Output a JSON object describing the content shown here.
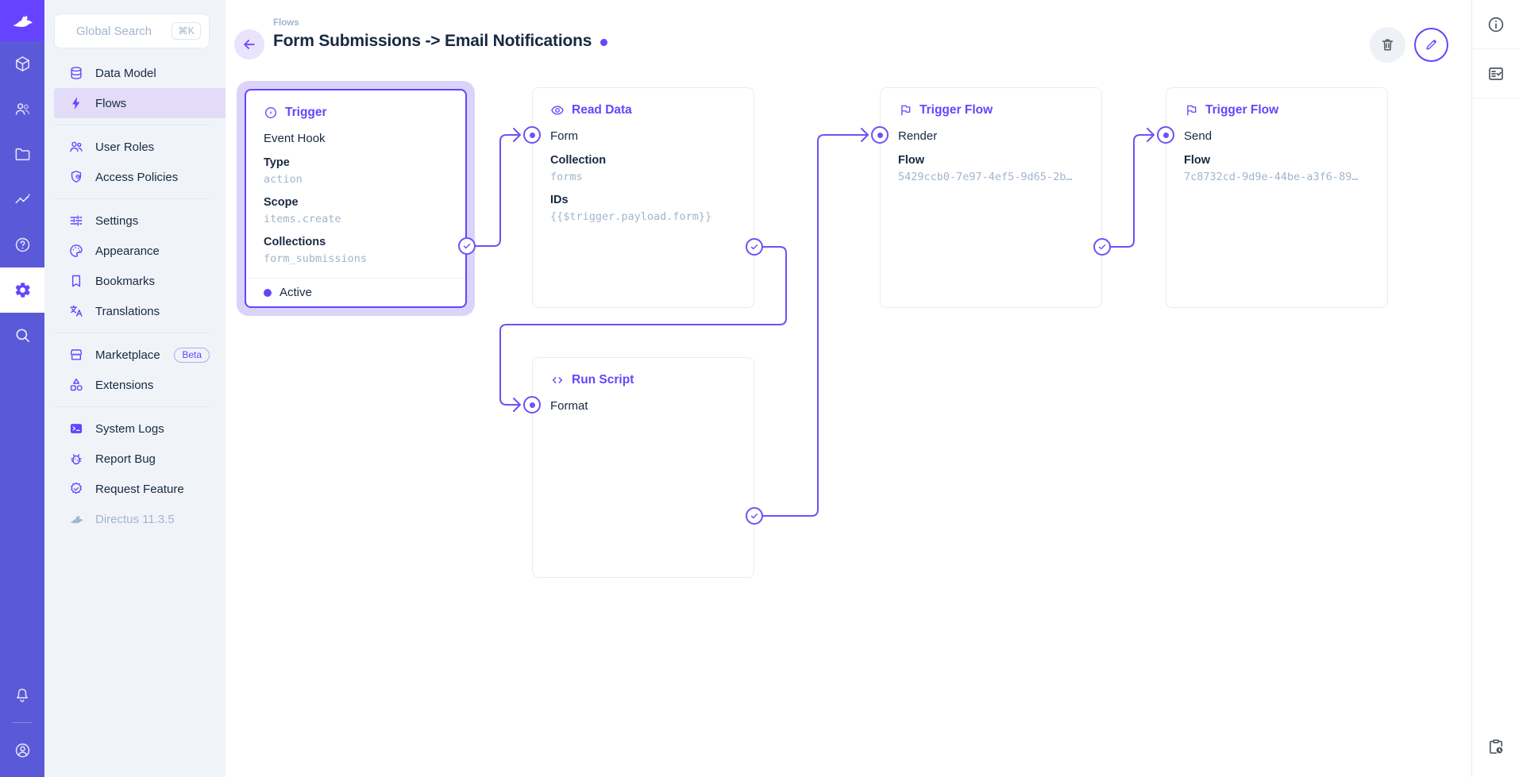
{
  "brand": {
    "name": "Directus"
  },
  "module_bar": {
    "modules": [
      {
        "icon": "directus-rabbit-logo"
      },
      {
        "icon": "content-cube-icon"
      },
      {
        "icon": "users-icon"
      },
      {
        "icon": "files-folder-icon"
      },
      {
        "icon": "insights-chart-icon"
      },
      {
        "icon": "help-icon"
      },
      {
        "icon": "settings-gear-icon",
        "active": true
      },
      {
        "icon": "search-icon"
      },
      {
        "icon": "notifications-bell-icon"
      },
      {
        "icon": "user-avatar-icon"
      }
    ]
  },
  "sidebar": {
    "search_placeholder": "Global Search",
    "search_shortcut": "⌘K",
    "items": [
      {
        "label": "Data Model",
        "icon": "database-icon"
      },
      {
        "label": "Flows",
        "icon": "bolt-icon",
        "active": true
      },
      {
        "label": "User Roles",
        "icon": "user-roles-icon"
      },
      {
        "label": "Access Policies",
        "icon": "shield-icon"
      },
      {
        "label": "Settings",
        "icon": "tune-icon"
      },
      {
        "label": "Appearance",
        "icon": "palette-icon"
      },
      {
        "label": "Bookmarks",
        "icon": "bookmark-icon"
      },
      {
        "label": "Translations",
        "icon": "translate-icon"
      },
      {
        "label": "Marketplace",
        "icon": "storefront-icon",
        "badge": "Beta"
      },
      {
        "label": "Extensions",
        "icon": "category-icon"
      },
      {
        "label": "System Logs",
        "icon": "terminal-icon"
      },
      {
        "label": "Report Bug",
        "icon": "bug-icon"
      },
      {
        "label": "Request Feature",
        "icon": "feature-badge-icon"
      }
    ],
    "version": "Directus 11.3.5"
  },
  "header": {
    "breadcrumb": "Flows",
    "title": "Form Submissions -> Email Notifications"
  },
  "flow": {
    "panels": [
      {
        "title": "Trigger",
        "icon": "bolt-circle-icon",
        "subtitle": "Event Hook",
        "fields": [
          {
            "label": "Type",
            "value": "action"
          },
          {
            "label": "Scope",
            "value": "items.create"
          },
          {
            "label": "Collections",
            "value": "form_submissions"
          }
        ],
        "status": "Active"
      },
      {
        "title": "Read Data",
        "icon": "eye-icon",
        "name": "Form",
        "fields": [
          {
            "label": "Collection",
            "value": "forms"
          },
          {
            "label": "IDs",
            "value": "{{$trigger.payload.form}}"
          }
        ]
      },
      {
        "title": "Run Script",
        "icon": "code-icon",
        "name": "Format",
        "fields": []
      },
      {
        "title": "Trigger Flow",
        "icon": "flag-icon",
        "name": "Render",
        "fields": [
          {
            "label": "Flow",
            "value": "5429ccb0-7e97-4ef5-9d65-2b…"
          }
        ]
      },
      {
        "title": "Trigger Flow",
        "icon": "flag-icon",
        "name": "Send",
        "fields": [
          {
            "label": "Flow",
            "value": "7c8732cd-9d9e-44be-a3f6-89…"
          }
        ]
      }
    ]
  },
  "right_toolbar": {
    "icons": [
      "info-icon",
      "fact-check-icon",
      "pending-actions-icon"
    ]
  },
  "colors": {
    "accent": "#6644FF",
    "module_bar": "#5A59D8",
    "logo_block": "#6644FF",
    "sidebar_bg": "#F0F4F9",
    "text": "#172940",
    "subdued": "#A2B5CD",
    "wire": "#6C53F2",
    "active_nav_bg": "#E2DCF9",
    "trigger_glow": "#DCD3FA"
  }
}
